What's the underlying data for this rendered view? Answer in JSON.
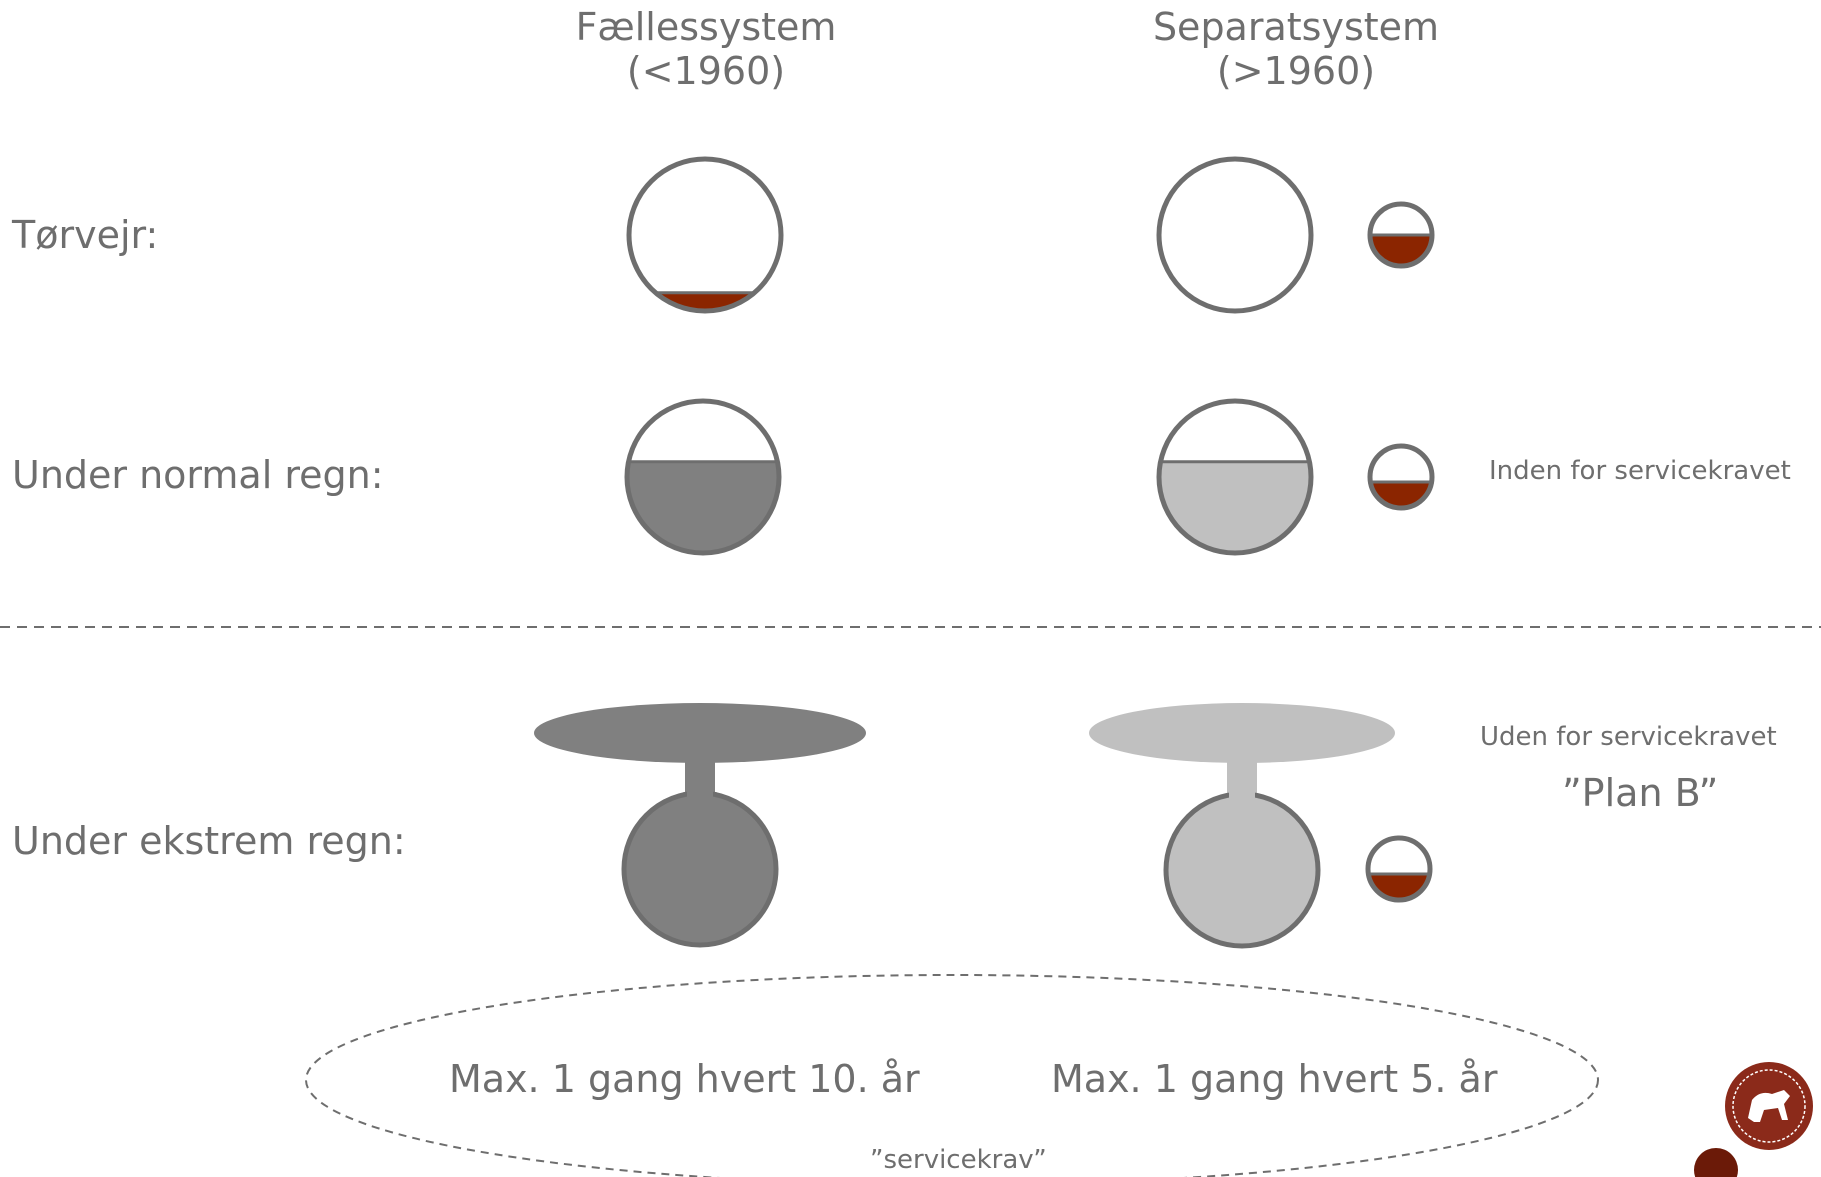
{
  "columns": [
    {
      "title": "Fællessystem",
      "subtitle": "(<1960)"
    },
    {
      "title": "Separatsystem",
      "subtitle": "(>1960)"
    }
  ],
  "rows": {
    "dry": "Tørvejr:",
    "normal": "Under normal regn:",
    "extreme": "Under ekstrem regn:"
  },
  "notes": {
    "within": "Inden for servicekravet",
    "outside": "Uden for servicekravet",
    "plan_b": "”Plan B”"
  },
  "frequency": {
    "combined": "Max. 1 gang hvert 10. år",
    "separate": "Max. 1 gang hvert 5. år",
    "caption": "”servicekrav”"
  },
  "fill_levels": {
    "combined_dry": 0.12,
    "combined_normal": 0.6,
    "separate_main_dry": 0.0,
    "separate_main_normal": 0.6,
    "separate_small_dry": 0.5,
    "separate_small_normal": 0.42,
    "separate_small_extreme": 0.42
  },
  "colors": {
    "outline": "#6e6e6e",
    "sewage": "#8b2500",
    "combined_water": "#808080",
    "storm_water": "#c0c0c0"
  }
}
